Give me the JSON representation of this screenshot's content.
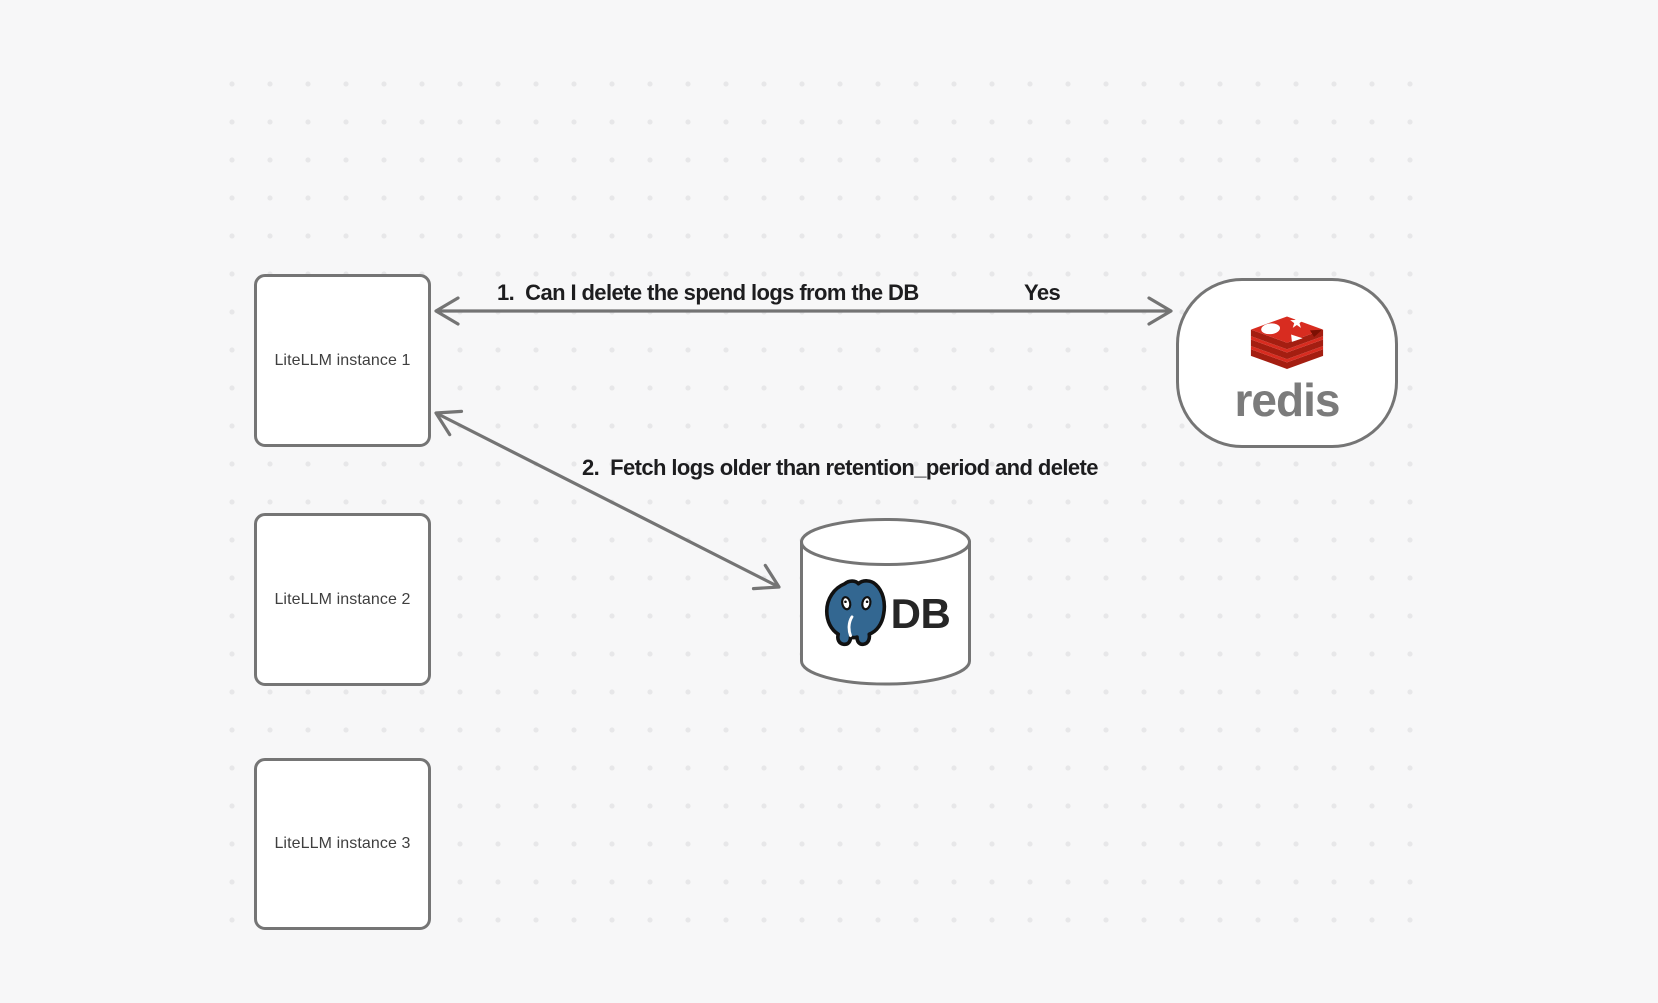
{
  "diagram": {
    "nodes": {
      "instance1": {
        "label": "LiteLLM instance 1"
      },
      "instance2": {
        "label": "LiteLLM instance 2"
      },
      "instance3": {
        "label": "LiteLLM instance 3"
      },
      "redis": {
        "wordmark": "redis"
      },
      "db": {
        "label": "DB"
      }
    },
    "edges": [
      {
        "label": "1.  Can I delete the spend logs from the DB",
        "response": "Yes",
        "from": "redis",
        "to": "LiteLLM instance 1",
        "style": "double-headed-arrow"
      },
      {
        "label": "2.  Fetch logs older than retention_period and delete",
        "from": "LiteLLM instance 1",
        "to": "DB",
        "style": "double-headed-arrow"
      }
    ],
    "colors": {
      "canvas_bg": "#f7f7f8",
      "grid_dot": "#e7e7e9",
      "stroke_gray": "#747474",
      "node_fill": "#ffffff",
      "node_text": "#3f3f3f",
      "edge_label_text": "#1d1d1f",
      "redis_red": "#d82c20",
      "redis_dark_red": "#a41e11",
      "redis_wordmark_gray": "#7b7b7b",
      "postgres_blue": "#336791",
      "db_text": "#262626"
    }
  }
}
